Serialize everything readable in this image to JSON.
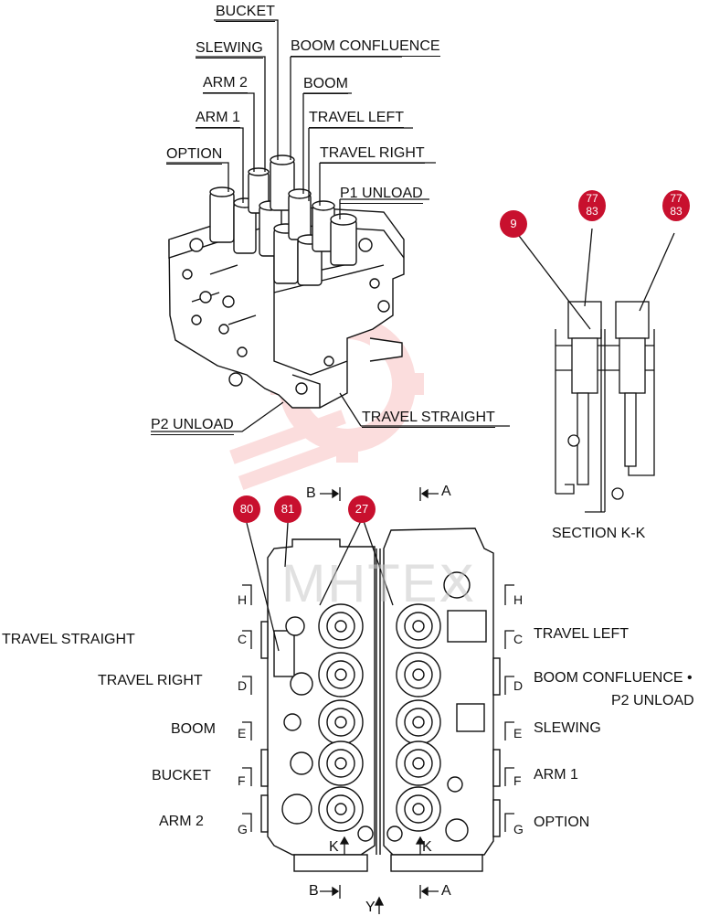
{
  "top_labels": {
    "bucket": "BUCKET",
    "slewing": "SLEWING",
    "boom_confluence": "BOOM CONFLUENCE",
    "arm2": "ARM 2",
    "boom": "BOOM",
    "arm1": "ARM 1",
    "travel_left": "TRAVEL LEFT",
    "option": "OPTION",
    "travel_right": "TRAVEL RIGHT",
    "p1_unload": "P1 UNLOAD",
    "p2_unload": "P2 UNLOAD",
    "travel_straight": "TRAVEL STRAIGHT"
  },
  "section_kk": {
    "title": "SECTION  K-K",
    "badges": [
      "9",
      "77",
      "83",
      "77",
      "83"
    ]
  },
  "bottom_view": {
    "badges": [
      "80",
      "81",
      "27"
    ],
    "section_marks": {
      "b": "B",
      "a": "A",
      "k": "K",
      "y": "Y"
    },
    "rows": [
      "H",
      "C",
      "D",
      "E",
      "F",
      "G"
    ],
    "left_labels": [
      "TRAVEL STRAIGHT",
      "TRAVEL RIGHT",
      "BOOM",
      "BUCKET",
      "ARM 2"
    ],
    "right_labels": [
      "TRAVEL LEFT",
      "BOOM CONFLUENCE •",
      "P2 UNLOAD",
      "SLEWING",
      "ARM 1",
      "OPTION"
    ]
  },
  "watermark": "MHTEX",
  "colors": {
    "badge": "#c8102e",
    "line": "#111111",
    "logo": "#f4b8b8"
  }
}
